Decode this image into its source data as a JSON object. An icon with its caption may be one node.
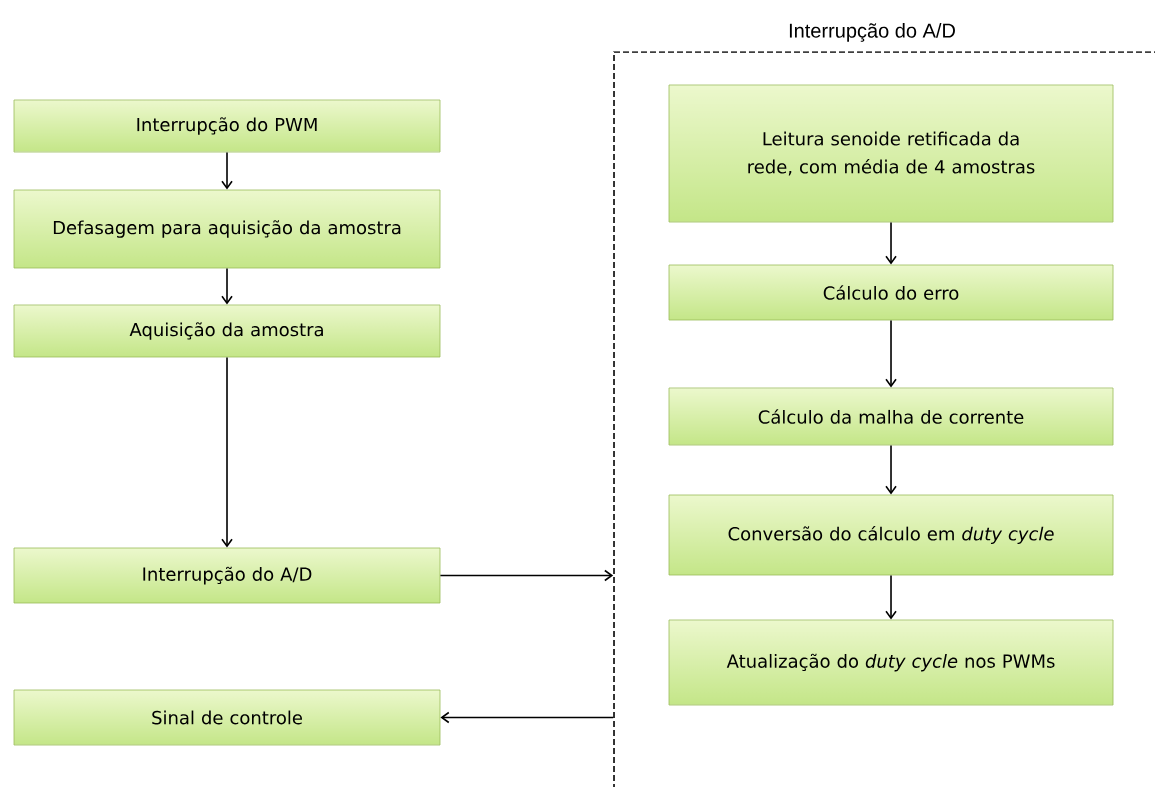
{
  "diagram": {
    "nodes": [
      {
        "text": [
          "Interrupção do PWM"
        ]
      },
      {
        "text": [
          "Defasagem para aquisição da amostra"
        ]
      },
      {
        "text": [
          "Aquisição da amostra"
        ]
      },
      {
        "text": [
          "Interrupção do A/D"
        ]
      },
      {
        "text": [
          "Sinal de controle"
        ]
      },
      {
        "text": [
          "Interrupção do A/D"
        ]
      },
      {
        "text": [
          "Leitura senoide retificada da rede, com média de 4 amostras"
        ],
        "in": 5
      },
      {
        "text": [
          "Cálculo do erro"
        ],
        "in": 5
      },
      {
        "text": [
          "Cálculo da malha de corrente"
        ],
        "in": 5
      },
      {
        "text": [
          "Conversão do cálculo em *duty cycle*"
        ],
        "in": 5
      },
      {
        "text": [
          "Atualização do *duty cycle* nos PWMs"
        ],
        "in": 5
      }
    ],
    "edges": [
      {
        "from": 0,
        "to": 1,
        "arrow": "to"
      },
      {
        "from": 1,
        "to": 2,
        "arrow": "to"
      },
      {
        "from": 2,
        "to": 3,
        "arrow": "to"
      },
      {
        "from": 3,
        "to": 5,
        "arrow": "to"
      },
      {
        "from": 5,
        "to": 4,
        "arrow": "to"
      },
      {
        "from": 6,
        "to": 7,
        "arrow": "to"
      },
      {
        "from": 7,
        "to": 8,
        "arrow": "to"
      },
      {
        "from": 8,
        "to": 9,
        "arrow": "to"
      },
      {
        "from": 9,
        "to": 10,
        "arrow": "to"
      }
    ]
  }
}
